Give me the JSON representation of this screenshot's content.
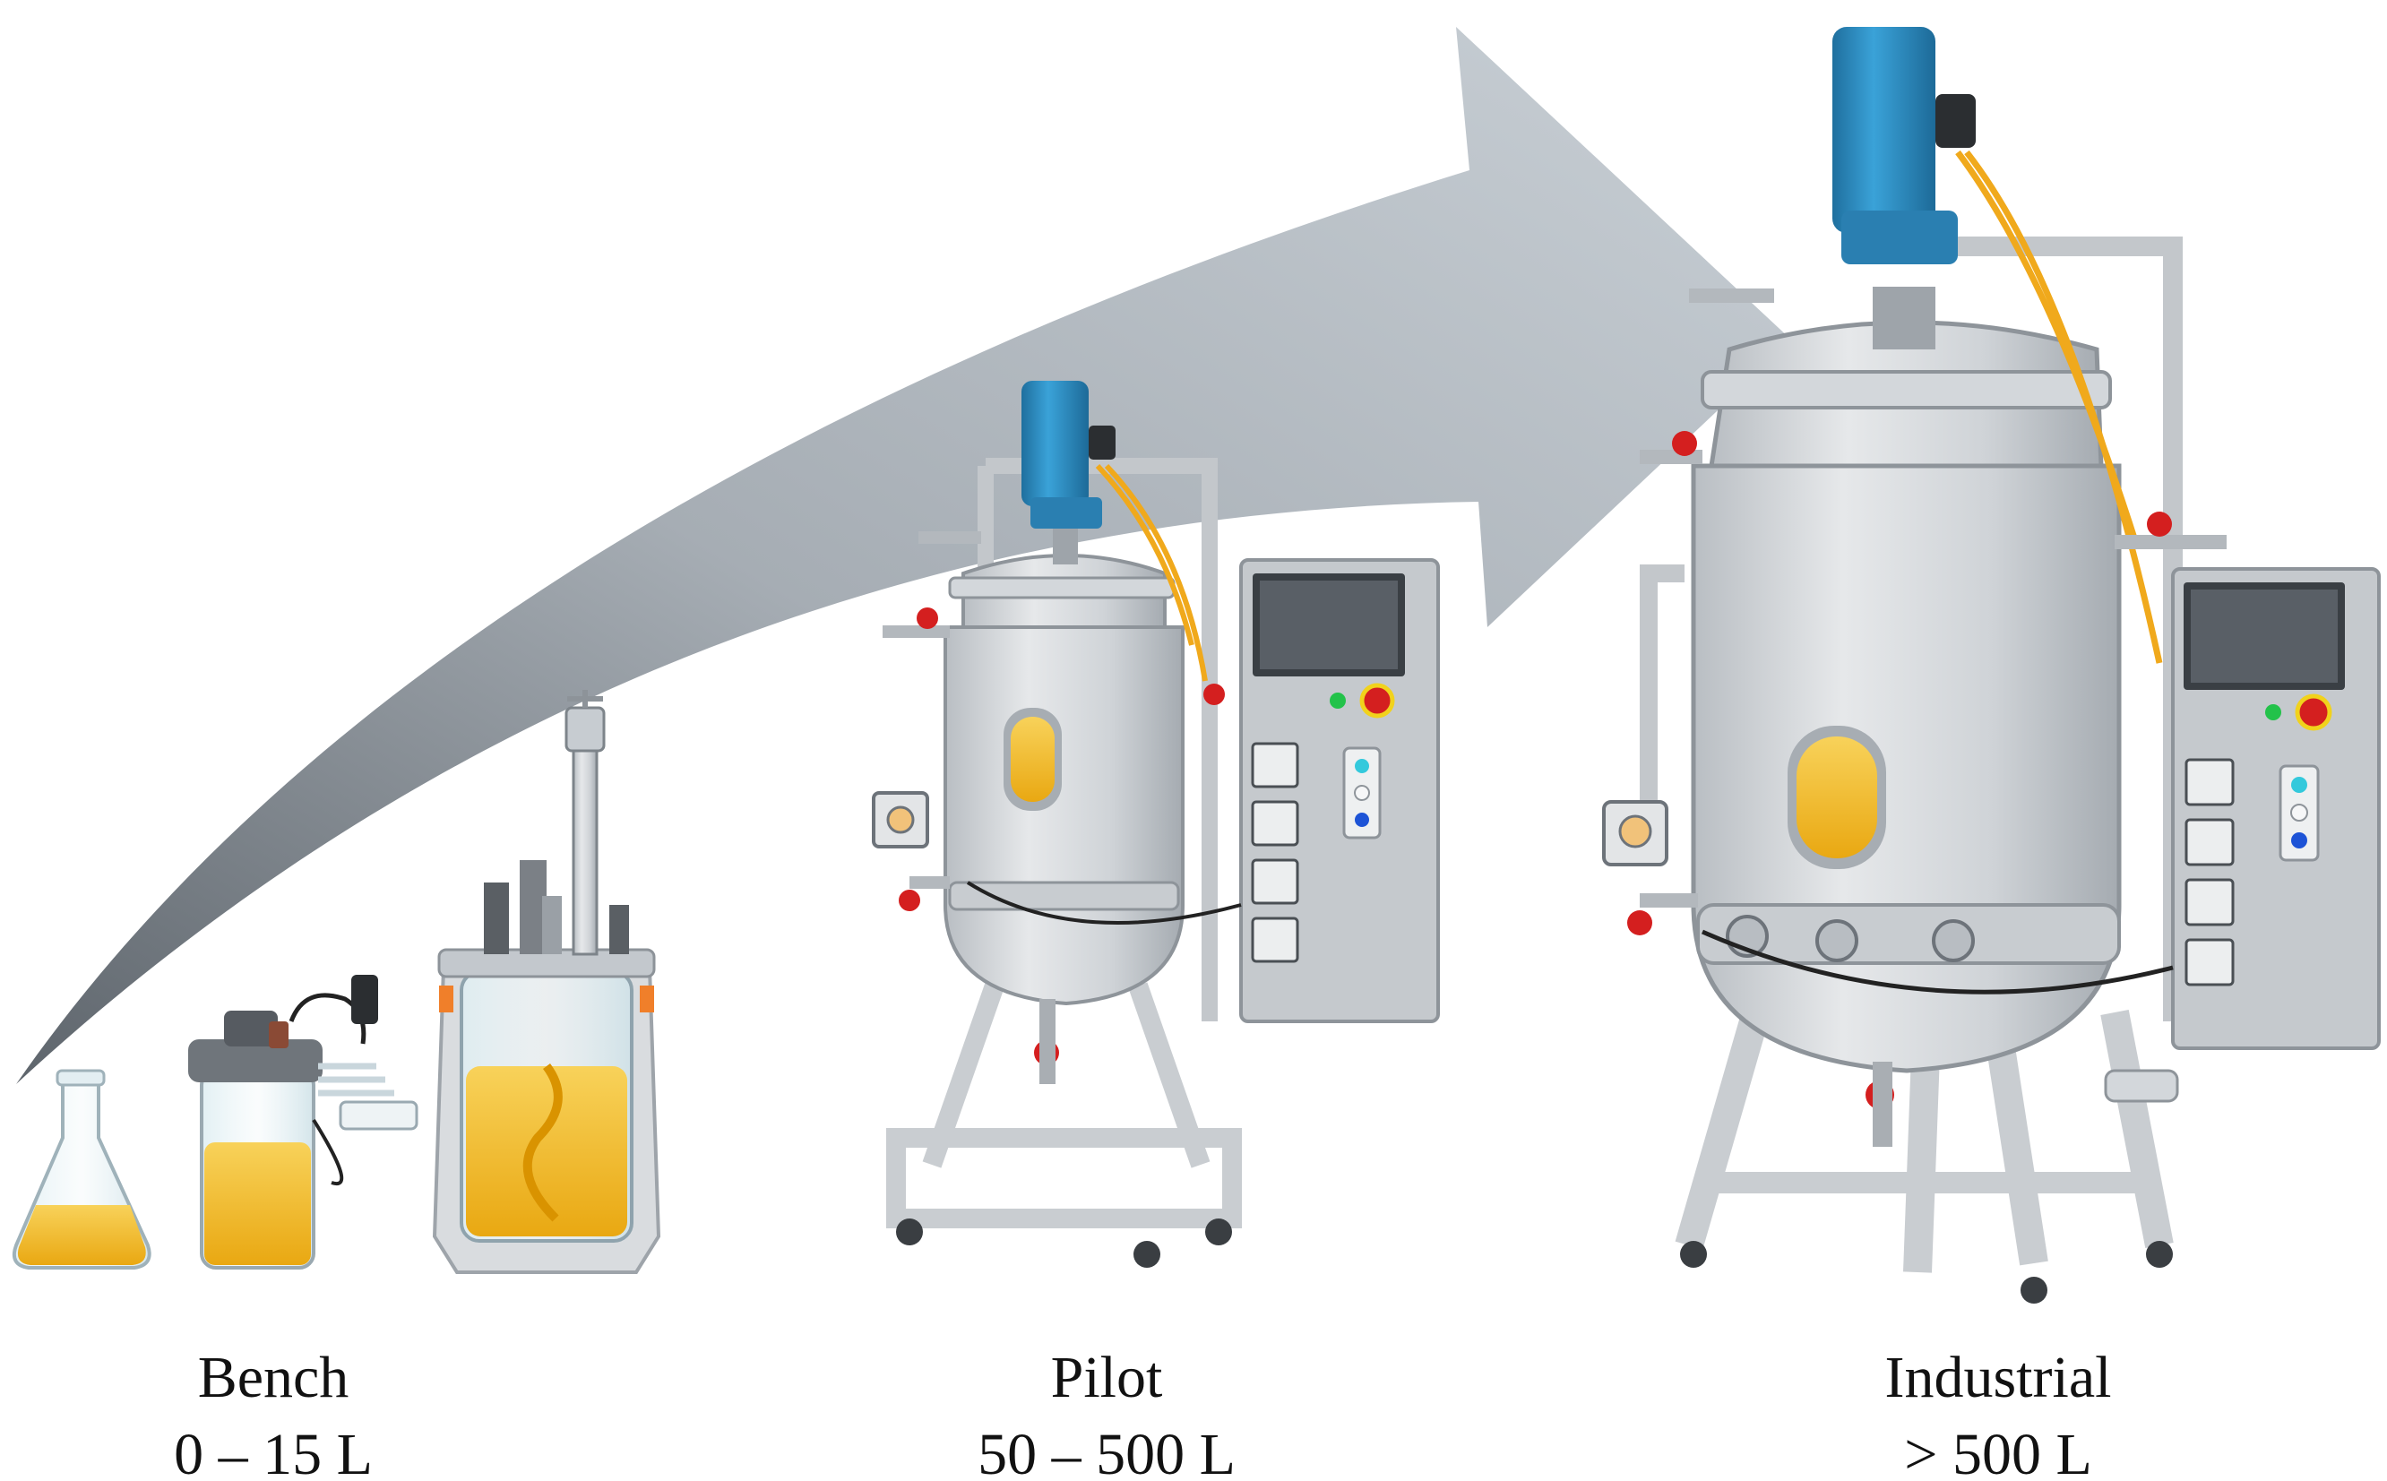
{
  "colors": {
    "arrow_light": "#c7ced5",
    "arrow_dark": "#6c737a",
    "steel": "#cdd1d5",
    "steel_dark": "#8e949a",
    "motor_blue": "#2e8fc4",
    "broth_yellow": "#f4bd25",
    "valve_red": "#d41f1f",
    "cable_orange": "#f0a91c"
  },
  "stages": [
    {
      "key": "bench",
      "name": "Bench",
      "range": "0 – 15 L",
      "icon": "bench-glassware-icon"
    },
    {
      "key": "pilot",
      "name": "Pilot",
      "range": "50 – 500 L",
      "icon": "pilot-bioreactor-icon"
    },
    {
      "key": "industrial",
      "name": "Industrial",
      "range": "> 500 L",
      "icon": "industrial-bioreactor-icon"
    }
  ]
}
